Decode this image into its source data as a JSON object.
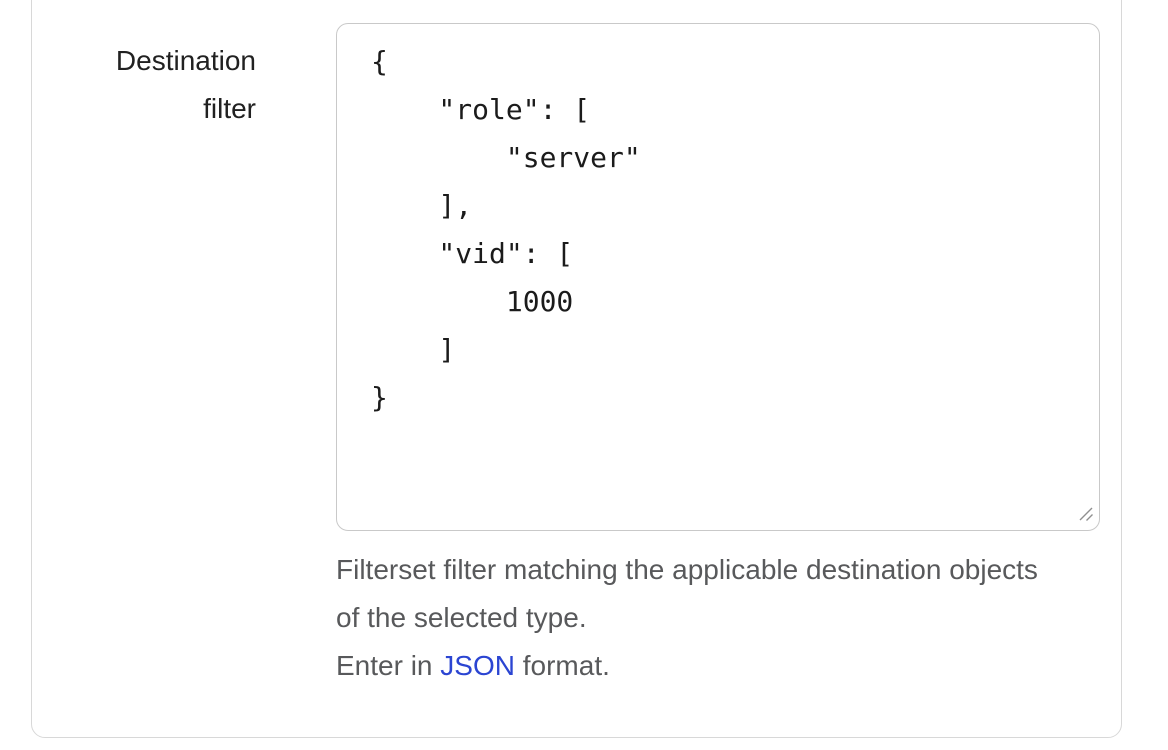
{
  "field": {
    "label": "Destination filter",
    "value_lines": [
      "{",
      "    \"role\": [",
      "        \"server\"",
      "    ],",
      "    \"vid\": [",
      "        1000",
      "    ]",
      "}"
    ],
    "help_lines": [
      "Filterset filter matching the applicable destination objects",
      "of the selected type."
    ],
    "format_hint": {
      "prefix": "Enter in ",
      "link": "JSON",
      "suffix": " format."
    }
  },
  "colors": {
    "link_blue": "#2b45d2",
    "help_text_gray": "#58595b",
    "label_text": "#212121",
    "card_border": "#d8d8d8",
    "textarea_border": "#c9c9c9"
  }
}
